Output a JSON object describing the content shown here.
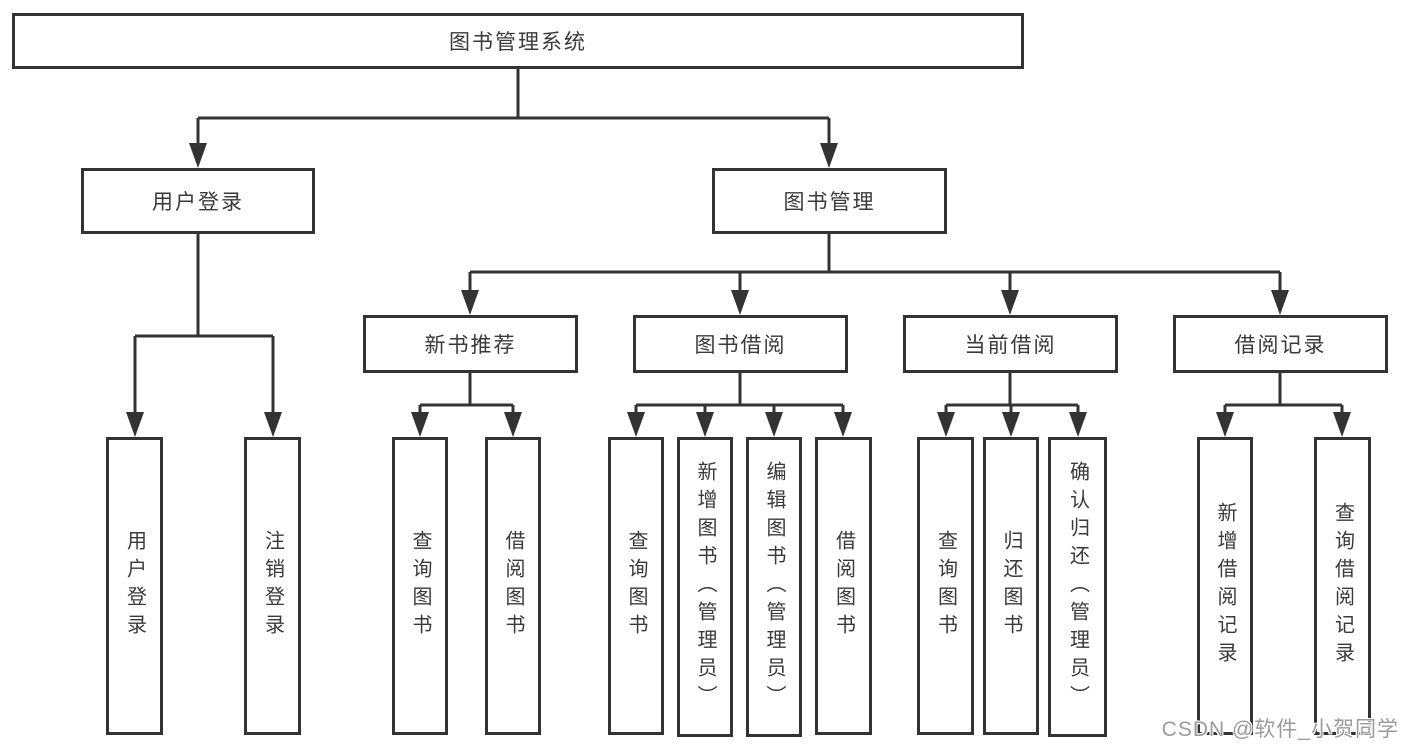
{
  "colors": {
    "background": "#ffffff",
    "line": "#333333",
    "border": "#333333",
    "box_fill": "#ffffff",
    "text": "#3a3a3a",
    "watermark": "#9b9b9b"
  },
  "nodes": {
    "root": "图书管理系统",
    "user_login": "用户登录",
    "book_mgmt": "图书管理",
    "login_user": "用户登录",
    "login_logout": "注销登录",
    "new_books": "新书推荐",
    "book_borrow": "图书借阅",
    "current_borrow": "当前借阅",
    "borrow_records": "借阅记录",
    "nb_query": "查询图书",
    "nb_borrow": "借阅图书",
    "bb_query": "查询图书",
    "bb_add": "新增图书（管理员）",
    "bb_edit": "编辑图书（管理员）",
    "bb_borrow": "借阅图书",
    "cb_query": "查询图书",
    "cb_return": "归还图书",
    "cb_confirm": "确认归还（管理员）",
    "rec_add": "新增借阅记录",
    "rec_query": "查询借阅记录"
  },
  "watermark": {
    "text": "CSDN @软件_小贺同学"
  }
}
